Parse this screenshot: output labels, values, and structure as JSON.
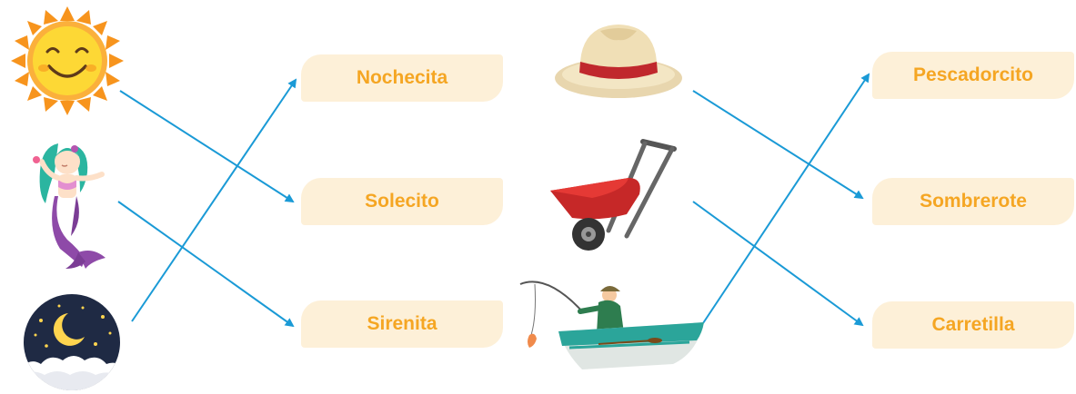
{
  "left_group": {
    "labels": [
      "Nochecita",
      "Solecito",
      "Sirenita"
    ],
    "pictures": [
      "sun-icon",
      "mermaid-icon",
      "night-moon-icon"
    ]
  },
  "right_group": {
    "labels": [
      "Pescadorcito",
      "Sombrerote",
      "Carretilla"
    ],
    "pictures": [
      "hat-icon",
      "wheelbarrow-icon",
      "fisherman-boat-icon"
    ]
  },
  "colors": {
    "label_bg": "#fdf0d8",
    "label_text": "#f5a623",
    "line": "#1a9ad6"
  }
}
